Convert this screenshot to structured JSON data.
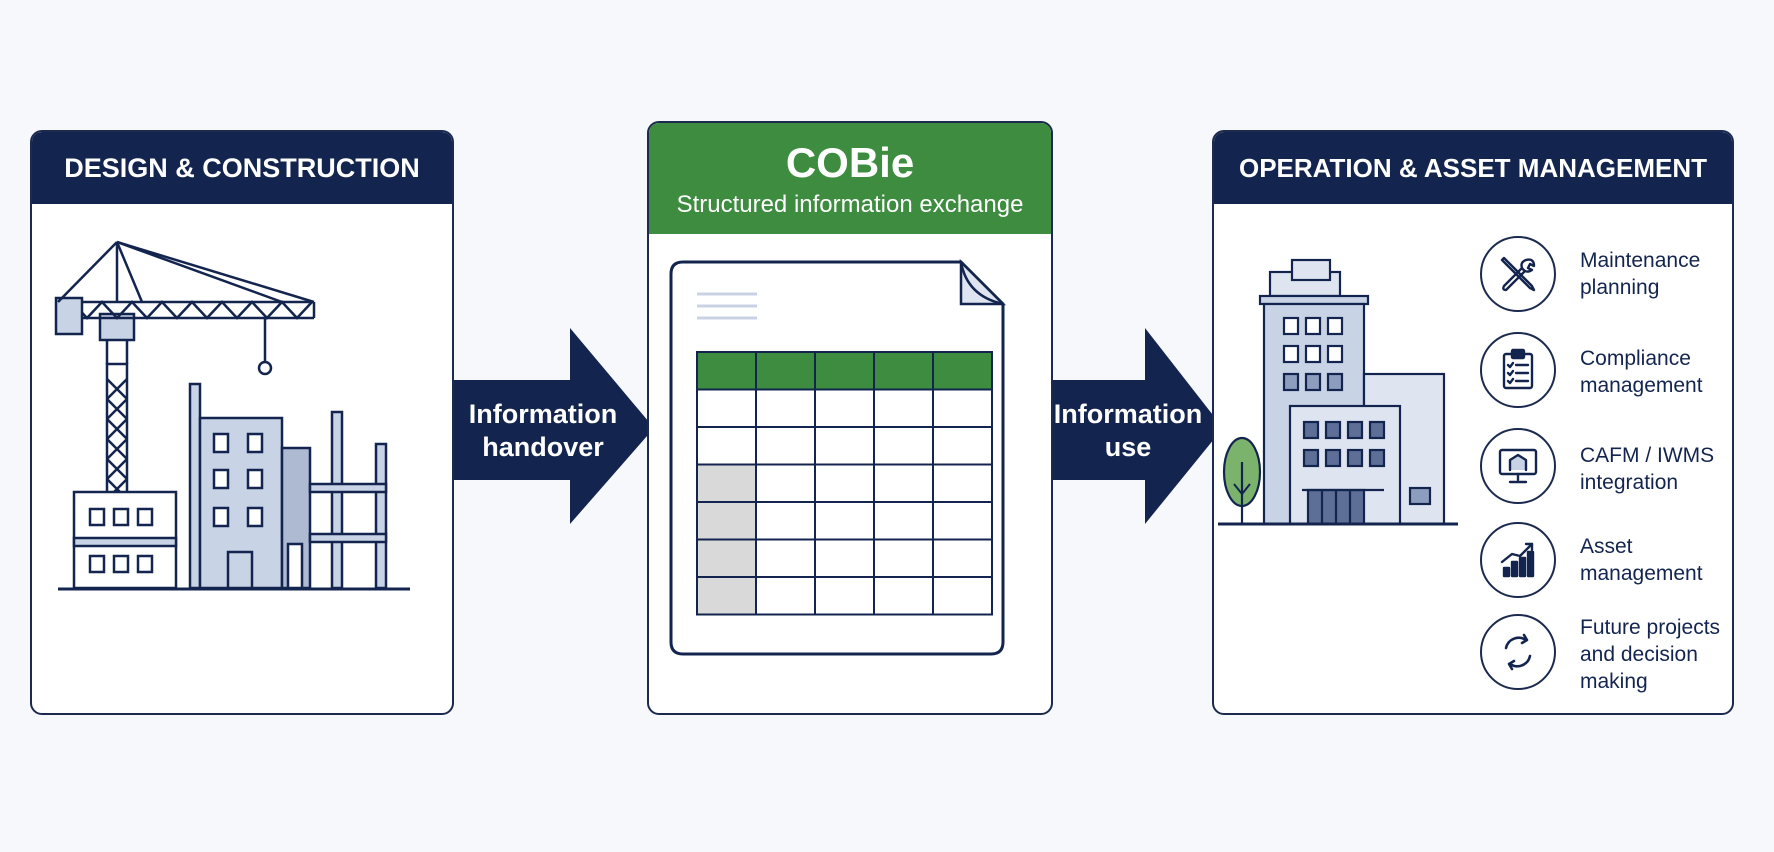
{
  "panels": {
    "design": {
      "title": "DESIGN & CONSTRUCTION"
    },
    "cobie": {
      "title": "COBie",
      "subtitle": "Structured information exchange"
    },
    "operation": {
      "title": "OPERATION & ASSET MANAGEMENT"
    }
  },
  "arrows": {
    "handover": {
      "line1": "Information",
      "line2": "handover"
    },
    "use": {
      "line1": "Information",
      "line2": "use"
    }
  },
  "services": [
    {
      "label_line1": "Maintenance",
      "label_line2": "planning",
      "label_line3": "",
      "icon": "wrench-screwdriver-icon"
    },
    {
      "label_line1": "Compliance",
      "label_line2": "management",
      "label_line3": "",
      "icon": "clipboard-checklist-icon"
    },
    {
      "label_line1": "CAFM / IWMS",
      "label_line2": "integration",
      "label_line3": "",
      "icon": "monitor-icon"
    },
    {
      "label_line1": "Asset",
      "label_line2": "management",
      "label_line3": "",
      "icon": "growth-chart-icon"
    },
    {
      "label_line1": "Future projects",
      "label_line2": "and decision",
      "label_line3": "making",
      "icon": "cycle-arrows-icon"
    }
  ],
  "colors": {
    "navy": "#13254f",
    "green": "#3e8c3f",
    "light_blue": "#c9d3e6",
    "grey_cell": "#d9d9d9"
  }
}
